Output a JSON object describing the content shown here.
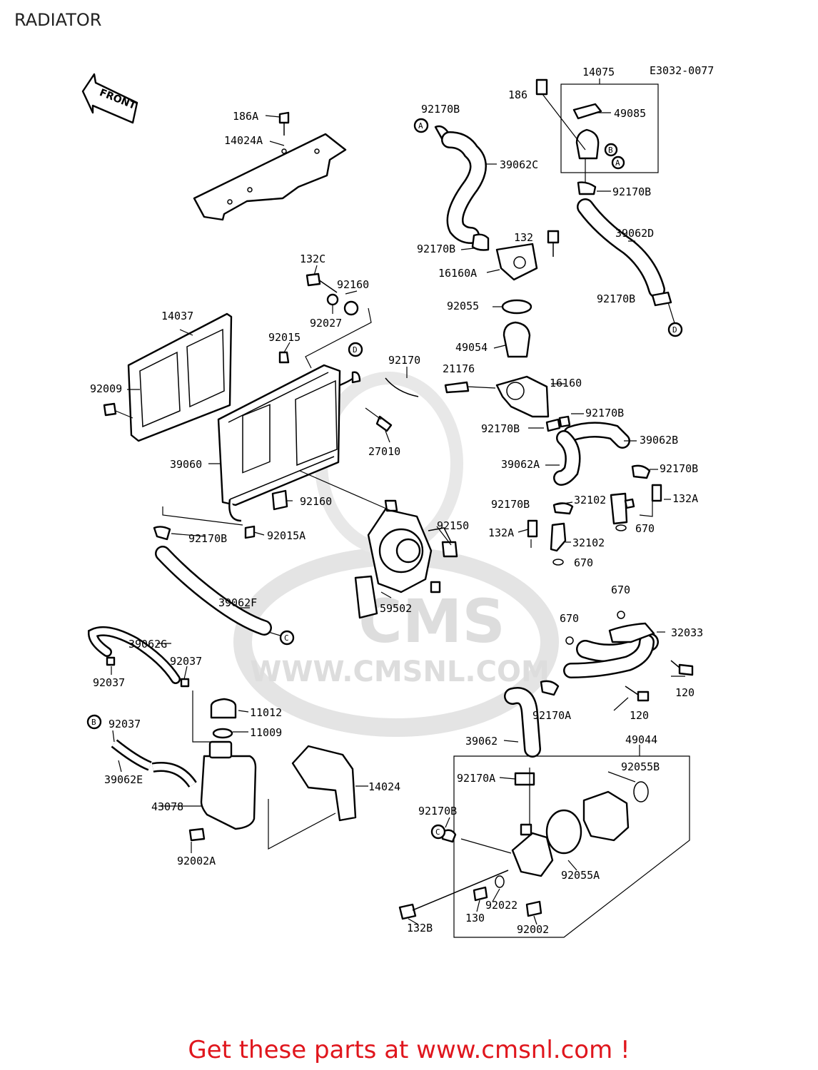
{
  "title": "RADIATOR",
  "diagram_code": "E3032-0077",
  "front_label": "FRONT",
  "watermark": {
    "logo": "CMS",
    "url": "WWW.CMSNL.COM"
  },
  "footer": "Get these parts at www.cmsnl.com !",
  "refs": {
    "A": "A",
    "B": "B",
    "C": "C",
    "D": "D"
  },
  "parts": {
    "p14075": "14075",
    "p186": "186",
    "p49085": "49085",
    "p92170B_1": "92170B",
    "p39062C": "39062C",
    "p92170B_2": "92170B",
    "p39062D": "39062D",
    "p132": "132",
    "p92170B_3": "92170B",
    "p16160A": "16160A",
    "p92170B_4": "92170B",
    "p92055": "92055",
    "p49054": "49054",
    "p21176": "21176",
    "p16160": "16160",
    "p92170B_5": "92170B",
    "p92170B_6": "92170B",
    "p39062B": "39062B",
    "p39062A": "39062A",
    "p92170B_7": "92170B",
    "p92170B_8": "92170B",
    "p32102_1": "32102",
    "p132A_1": "132A",
    "p670_1": "670",
    "p132A_2": "132A",
    "p32102_2": "32102",
    "p670_2": "670",
    "p186A": "186A",
    "p14024A": "14024A",
    "p132C": "132C",
    "p92160_1": "92160",
    "p92027": "92027",
    "p14037": "14037",
    "p92015": "92015",
    "p92170": "92170",
    "p92009": "92009",
    "p27010": "27010",
    "p39060": "39060",
    "p92160_2": "92160",
    "p92150": "92150",
    "p92170B_9": "92170B",
    "p92015A": "92015A",
    "p59502": "59502",
    "p39062F": "39062F",
    "p670_3": "670",
    "p670_4": "670",
    "p32033": "32033",
    "p39062G": "39062G",
    "p92037_1": "92037",
    "p92037_2": "92037",
    "p120_1": "120",
    "p120_2": "120",
    "p92170A_1": "92170A",
    "p11012": "11012",
    "p11009": "11009",
    "p92037_3": "92037",
    "p39062E": "39062E",
    "p39062": "39062",
    "p49044": "49044",
    "p92055B": "92055B",
    "p92170A_2": "92170A",
    "p14024": "14024",
    "p43078": "43078",
    "p92170B_10": "92170B",
    "p92002A": "92002A",
    "p92055A": "92055A",
    "p130": "130",
    "p92022": "92022",
    "p92002": "92002",
    "p132B": "132B"
  }
}
